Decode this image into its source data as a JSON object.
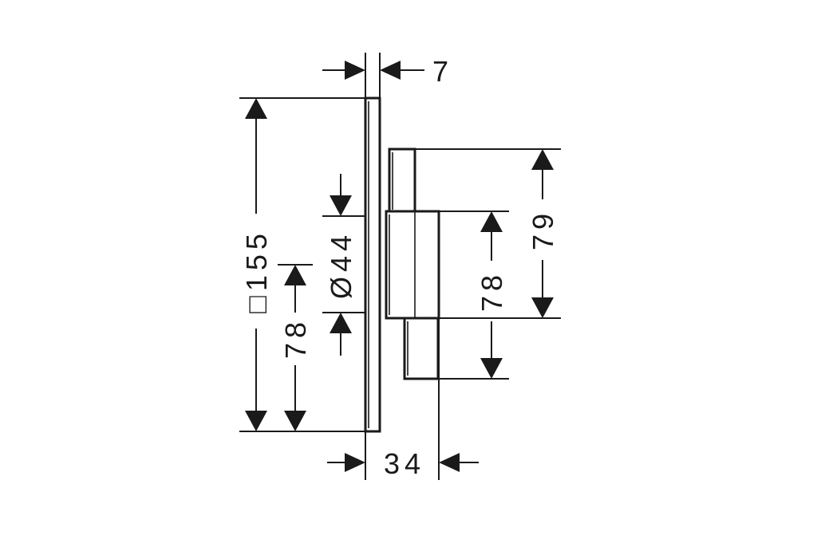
{
  "dimensions": {
    "plate_thickness": "7",
    "plate_size": "□155",
    "center_height": "78",
    "diameter": "Ø44",
    "upper_block_height": "79",
    "lower_block_height": "78",
    "total_depth": "34"
  }
}
